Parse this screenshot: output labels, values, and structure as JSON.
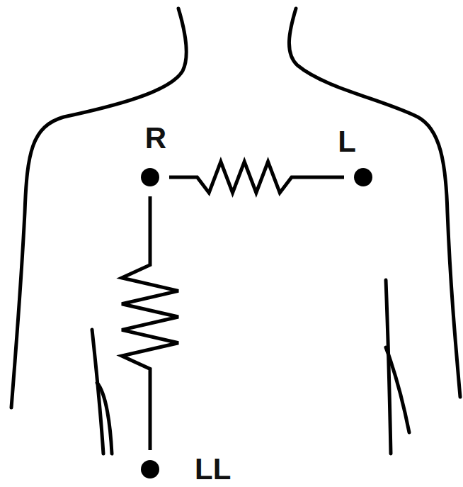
{
  "diagram": {
    "nodes": [
      {
        "text": [
          "R"
        ]
      },
      {
        "text": [
          "L"
        ]
      },
      {
        "text": [
          "LL"
        ]
      }
    ],
    "edges": [
      {
        "from": 0,
        "to": 1,
        "arrow": "none"
      },
      {
        "from": 0,
        "to": 2,
        "arrow": "none"
      }
    ]
  }
}
